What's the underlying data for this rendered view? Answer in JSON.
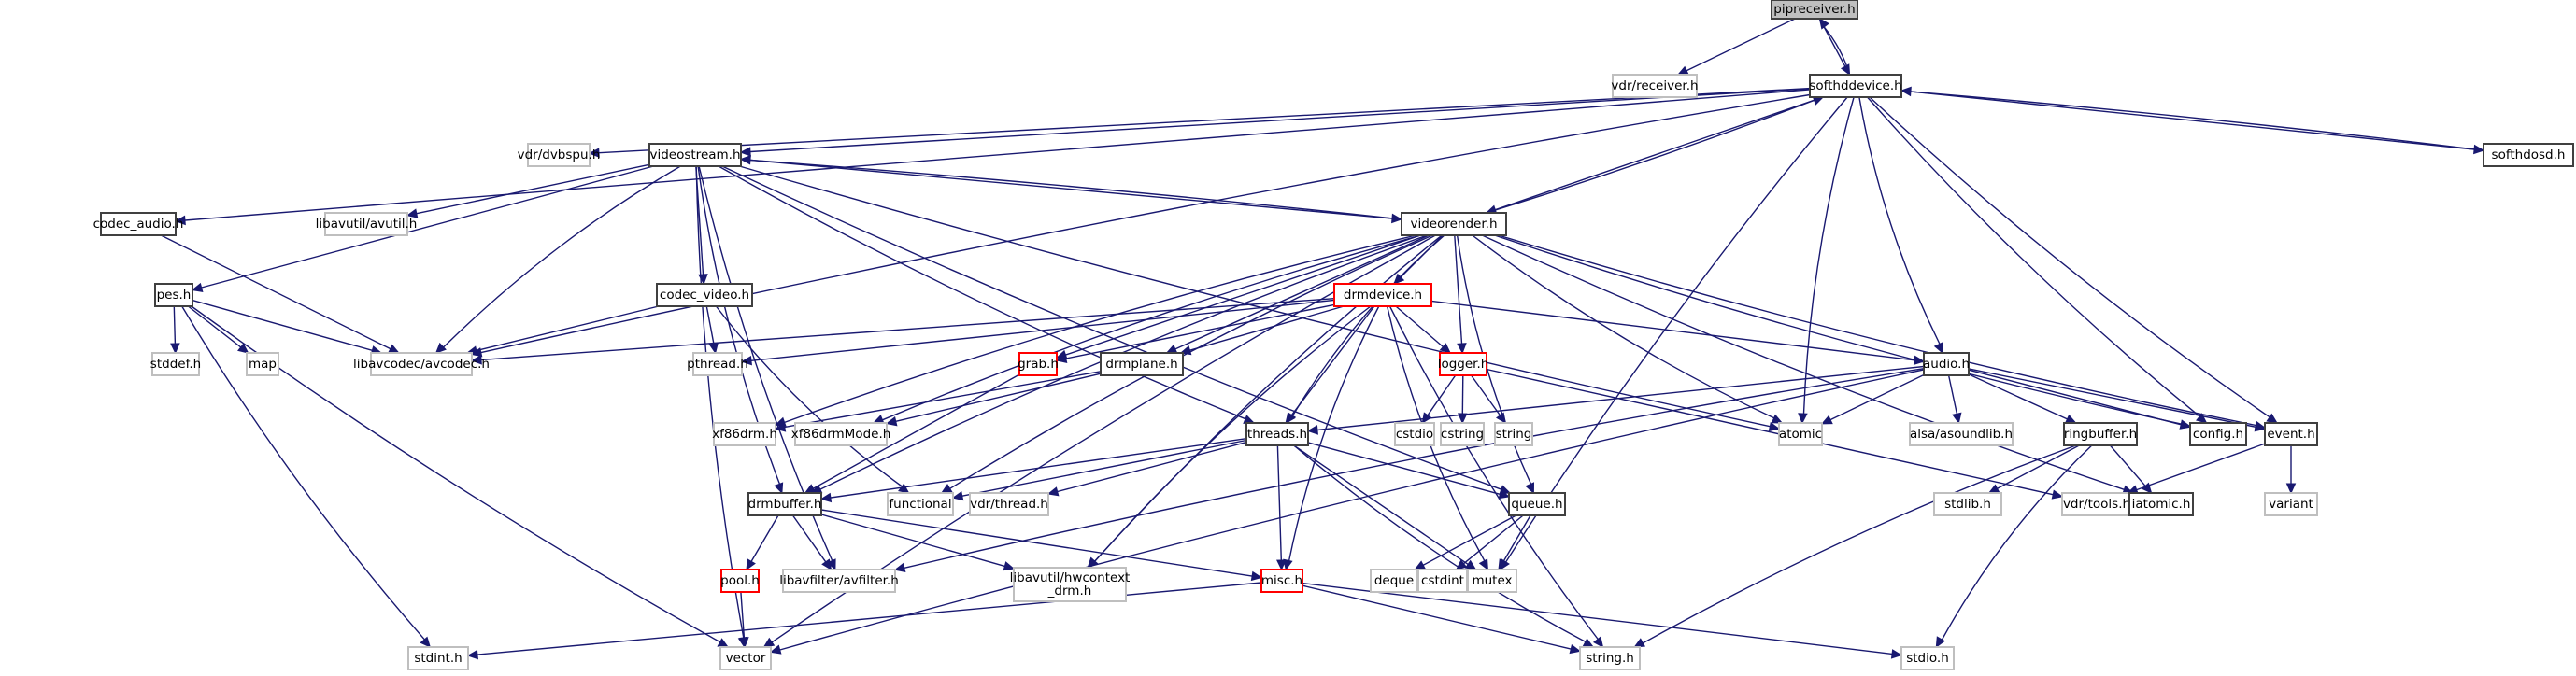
{
  "graph": {
    "title": "pipreceiver.h include dependency graph",
    "colors": {
      "edge": "#191970",
      "root_fill": "#bfbfbf",
      "local_border": "#404040",
      "system_border": "#bfbfbf",
      "truncated_border": "#ff0000"
    },
    "nodes": [
      {
        "id": "pipreceiver",
        "label": "pipreceiver.h",
        "kind": "root"
      },
      {
        "id": "vdr_receiver",
        "label": "vdr/receiver.h",
        "kind": "system"
      },
      {
        "id": "softhddevice",
        "label": "softhddevice.h",
        "kind": "local"
      },
      {
        "id": "vdr_dvbspu",
        "label": "vdr/dvbspu.h",
        "kind": "system"
      },
      {
        "id": "videostream",
        "label": "videostream.h",
        "kind": "local"
      },
      {
        "id": "softhdosd",
        "label": "softhdosd.h",
        "kind": "local"
      },
      {
        "id": "codec_audio",
        "label": "codec_audio.h",
        "kind": "local"
      },
      {
        "id": "libavutil_avutil",
        "label": "libavutil/avutil.h",
        "kind": "system"
      },
      {
        "id": "videorender",
        "label": "videorender.h",
        "kind": "local"
      },
      {
        "id": "pes",
        "label": "pes.h",
        "kind": "local"
      },
      {
        "id": "codec_video",
        "label": "codec_video.h",
        "kind": "local"
      },
      {
        "id": "drmdevice",
        "label": "drmdevice.h",
        "kind": "truncated"
      },
      {
        "id": "stddef",
        "label": "stddef.h",
        "kind": "system"
      },
      {
        "id": "map",
        "label": "map",
        "kind": "system"
      },
      {
        "id": "libavcodec",
        "label": "libavcodec/avcodec.h",
        "kind": "system"
      },
      {
        "id": "pthread",
        "label": "pthread.h",
        "kind": "system"
      },
      {
        "id": "grab",
        "label": "grab.h",
        "kind": "truncated"
      },
      {
        "id": "drmplane",
        "label": "drmplane.h",
        "kind": "local"
      },
      {
        "id": "logger",
        "label": "logger.h",
        "kind": "truncated"
      },
      {
        "id": "audio",
        "label": "audio.h",
        "kind": "local"
      },
      {
        "id": "xf86drm",
        "label": "xf86drm.h",
        "kind": "system"
      },
      {
        "id": "xf86drmMode",
        "label": "xf86drmMode.h",
        "kind": "system"
      },
      {
        "id": "threads",
        "label": "threads.h",
        "kind": "local"
      },
      {
        "id": "cstdio",
        "label": "cstdio",
        "kind": "system"
      },
      {
        "id": "cstring",
        "label": "cstring",
        "kind": "system"
      },
      {
        "id": "string",
        "label": "string",
        "kind": "system"
      },
      {
        "id": "atomic",
        "label": "atomic",
        "kind": "system"
      },
      {
        "id": "alsa",
        "label": "alsa/asoundlib.h",
        "kind": "system"
      },
      {
        "id": "ringbuffer",
        "label": "ringbuffer.h",
        "kind": "local"
      },
      {
        "id": "config",
        "label": "config.h",
        "kind": "local"
      },
      {
        "id": "event",
        "label": "event.h",
        "kind": "local"
      },
      {
        "id": "drmbuffer",
        "label": "drmbuffer.h",
        "kind": "local"
      },
      {
        "id": "functional",
        "label": "functional",
        "kind": "system"
      },
      {
        "id": "vdr_thread",
        "label": "vdr/thread.h",
        "kind": "system"
      },
      {
        "id": "queue",
        "label": "queue.h",
        "kind": "local"
      },
      {
        "id": "stdlib",
        "label": "stdlib.h",
        "kind": "system"
      },
      {
        "id": "vdr_tools",
        "label": "vdr/tools.h",
        "kind": "system"
      },
      {
        "id": "iatomic",
        "label": "iatomic.h",
        "kind": "local"
      },
      {
        "id": "variant",
        "label": "variant",
        "kind": "system"
      },
      {
        "id": "pool",
        "label": "pool.h",
        "kind": "truncated"
      },
      {
        "id": "libavfilter",
        "label": "libavfilter/avfilter.h",
        "kind": "system"
      },
      {
        "id": "hwcontext",
        "label": "libavutil/hwcontext\n_drm.h",
        "kind": "system"
      },
      {
        "id": "misc",
        "label": "misc.h",
        "kind": "truncated"
      },
      {
        "id": "deque",
        "label": "deque",
        "kind": "system"
      },
      {
        "id": "cstdint",
        "label": "cstdint",
        "kind": "system"
      },
      {
        "id": "mutex",
        "label": "mutex",
        "kind": "system"
      },
      {
        "id": "stdint",
        "label": "stdint.h",
        "kind": "system"
      },
      {
        "id": "vector",
        "label": "vector",
        "kind": "system"
      },
      {
        "id": "string_h",
        "label": "string.h",
        "kind": "system"
      },
      {
        "id": "stdio",
        "label": "stdio.h",
        "kind": "system"
      }
    ],
    "edges": [
      [
        "pipreceiver",
        "vdr_receiver"
      ],
      [
        "pipreceiver",
        "softhddevice"
      ],
      [
        "softhddevice",
        "pipreceiver"
      ],
      [
        "softhddevice",
        "vdr_dvbspu"
      ],
      [
        "softhddevice",
        "videostream"
      ],
      [
        "softhddevice",
        "softhdosd"
      ],
      [
        "softhdosd",
        "softhddevice"
      ],
      [
        "softhddevice",
        "codec_audio"
      ],
      [
        "softhddevice",
        "libavcodec"
      ],
      [
        "softhddevice",
        "videorender"
      ],
      [
        "videorender",
        "softhddevice"
      ],
      [
        "softhddevice",
        "audio"
      ],
      [
        "softhddevice",
        "config"
      ],
      [
        "softhddevice",
        "event"
      ],
      [
        "softhddevice",
        "atomic"
      ],
      [
        "softhddevice",
        "mutex"
      ],
      [
        "videostream",
        "videorender"
      ],
      [
        "videorender",
        "videostream"
      ],
      [
        "videostream",
        "libavutil_avutil"
      ],
      [
        "videostream",
        "pes"
      ],
      [
        "videostream",
        "codec_video"
      ],
      [
        "videostream",
        "libavcodec"
      ],
      [
        "videostream",
        "drmbuffer"
      ],
      [
        "videostream",
        "threads"
      ],
      [
        "videostream",
        "queue"
      ],
      [
        "videostream",
        "atomic"
      ],
      [
        "videostream",
        "vector"
      ],
      [
        "videostream",
        "libavfilter"
      ],
      [
        "codec_audio",
        "libavcodec"
      ],
      [
        "pes",
        "stddef"
      ],
      [
        "pes",
        "map"
      ],
      [
        "pes",
        "libavcodec"
      ],
      [
        "pes",
        "stdint"
      ],
      [
        "pes",
        "vector"
      ],
      [
        "codec_video",
        "libavcodec"
      ],
      [
        "codec_video",
        "pthread"
      ],
      [
        "codec_video",
        "functional"
      ],
      [
        "videorender",
        "drmdevice"
      ],
      [
        "videorender",
        "logger"
      ],
      [
        "videorender",
        "grab"
      ],
      [
        "videorender",
        "drmplane"
      ],
      [
        "videorender",
        "xf86drm"
      ],
      [
        "videorender",
        "xf86drmMode"
      ],
      [
        "videorender",
        "threads"
      ],
      [
        "videorender",
        "queue"
      ],
      [
        "videorender",
        "atomic"
      ],
      [
        "videorender",
        "config"
      ],
      [
        "videorender",
        "event"
      ],
      [
        "videorender",
        "iatomic"
      ],
      [
        "videorender",
        "drmbuffer"
      ],
      [
        "videorender",
        "vector"
      ],
      [
        "videorender",
        "hwcontext"
      ],
      [
        "videorender",
        "functional"
      ],
      [
        "drmdevice",
        "libavcodec"
      ],
      [
        "drmdevice",
        "pthread"
      ],
      [
        "drmdevice",
        "grab"
      ],
      [
        "drmdevice",
        "drmplane"
      ],
      [
        "drmdevice",
        "logger"
      ],
      [
        "drmdevice",
        "audio"
      ],
      [
        "drmdevice",
        "threads"
      ],
      [
        "drmdevice",
        "misc"
      ],
      [
        "drmdevice",
        "hwcontext"
      ],
      [
        "drmdevice",
        "mutex"
      ],
      [
        "drmdevice",
        "string_h"
      ],
      [
        "grab",
        "drmbuffer"
      ],
      [
        "drmplane",
        "xf86drm"
      ],
      [
        "drmplane",
        "xf86drmMode"
      ],
      [
        "logger",
        "cstdio"
      ],
      [
        "logger",
        "cstring"
      ],
      [
        "logger",
        "string"
      ],
      [
        "logger",
        "vdr_tools"
      ],
      [
        "audio",
        "threads"
      ],
      [
        "audio",
        "atomic"
      ],
      [
        "audio",
        "alsa"
      ],
      [
        "audio",
        "ringbuffer"
      ],
      [
        "audio",
        "config"
      ],
      [
        "audio",
        "event"
      ],
      [
        "audio",
        "libavfilter"
      ],
      [
        "audio",
        "vector"
      ],
      [
        "threads",
        "drmbuffer"
      ],
      [
        "threads",
        "functional"
      ],
      [
        "threads",
        "vdr_thread"
      ],
      [
        "threads",
        "queue"
      ],
      [
        "threads",
        "misc"
      ],
      [
        "threads",
        "mutex"
      ],
      [
        "threads",
        "string_h"
      ],
      [
        "ringbuffer",
        "stdlib"
      ],
      [
        "ringbuffer",
        "iatomic"
      ],
      [
        "ringbuffer",
        "string_h"
      ],
      [
        "ringbuffer",
        "stdio"
      ],
      [
        "event",
        "vdr_tools"
      ],
      [
        "event",
        "variant"
      ],
      [
        "drmbuffer",
        "pool"
      ],
      [
        "drmbuffer",
        "libavfilter"
      ],
      [
        "drmbuffer",
        "hwcontext"
      ],
      [
        "drmbuffer",
        "misc"
      ],
      [
        "pool",
        "vector"
      ],
      [
        "queue",
        "deque"
      ],
      [
        "queue",
        "cstdint"
      ],
      [
        "queue",
        "mutex"
      ],
      [
        "misc",
        "stdint"
      ],
      [
        "misc",
        "string_h"
      ],
      [
        "misc",
        "stdio"
      ]
    ]
  }
}
